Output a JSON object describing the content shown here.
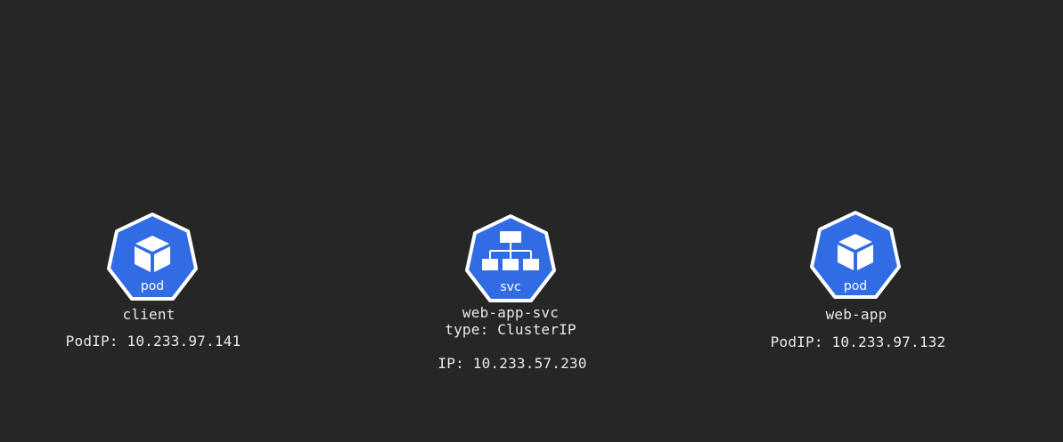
{
  "nodes": {
    "client": {
      "icon_label": "pod",
      "name": "client",
      "ip_text": "PodIP: 10.233.97.141"
    },
    "service": {
      "icon_label": "svc",
      "name": "web-app-svc",
      "type_text": "type: ClusterIP",
      "ip_text": "IP: 10.233.57.230"
    },
    "web_app": {
      "icon_label": "pod",
      "name": "web-app",
      "ip_text": "PodIP: 10.233.97.132"
    }
  },
  "colors": {
    "background": "#262626",
    "k8s_blue": "#326ce5",
    "outline": "#ffffff",
    "text": "#e8e8e8"
  },
  "icons": {
    "client": "pod-cube-icon",
    "service": "service-network-icon",
    "web_app": "pod-cube-icon"
  }
}
